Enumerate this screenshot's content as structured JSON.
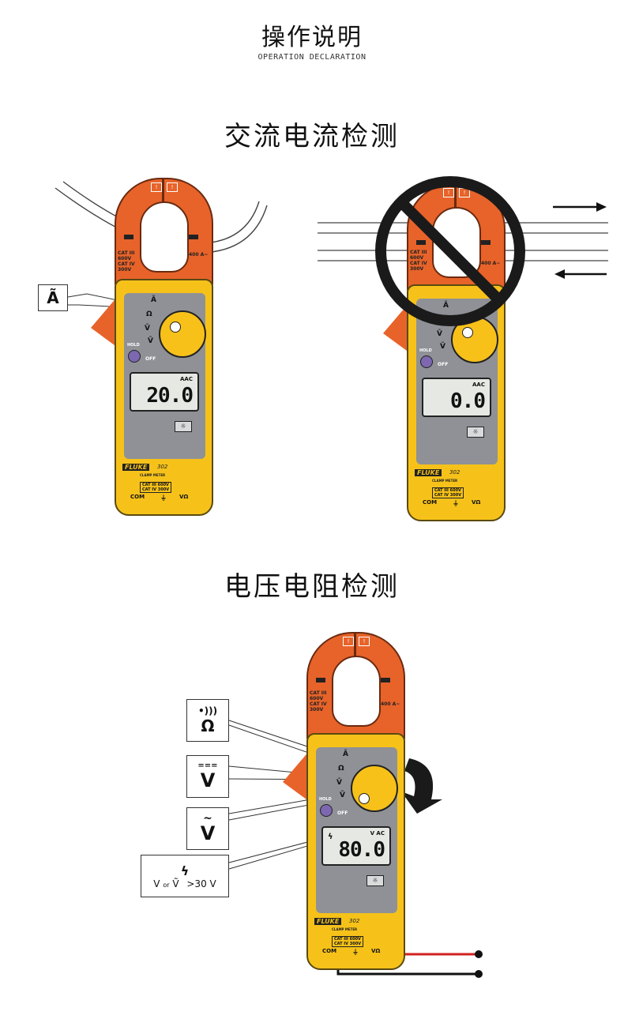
{
  "header": {
    "title": "操作说明",
    "subtitle": "OPERATION DECLARATION"
  },
  "section1": {
    "title": "交流电流检测",
    "callout_symbol": "Ã",
    "left_meter": {
      "display_value": "20.0",
      "display_unit": "AAC",
      "brand": "FLUKE",
      "model": "302",
      "model_sub": "CLAMP METER",
      "cat1": "CAT III 600V",
      "cat2": "CAT IV 300V",
      "jaw_label": "CAT III 600V CAT IV 300V",
      "jaw_rating": "400 A~",
      "hold": "HOLD",
      "off": "OFF",
      "com": "COM",
      "v_ohm": "VΩ"
    },
    "right_meter": {
      "display_value": "0.0",
      "display_unit": "AAC",
      "brand": "FLUKE",
      "model": "302",
      "model_sub": "CLAMP METER",
      "cat1": "CAT III 600V",
      "cat2": "CAT IV 300V",
      "jaw_label": "CAT III 600V CAT IV 300V",
      "jaw_rating": "400 A~",
      "hold": "HOLD",
      "off": "OFF",
      "com": "COM",
      "v_ohm": "VΩ"
    }
  },
  "section2": {
    "title": "电压电阻检测",
    "callouts": {
      "resistance_sound": "•)))",
      "resistance": "Ω",
      "dc_volt_line": "===",
      "dc_volt": "V",
      "ac_volt_tilde": "~",
      "ac_volt": "V",
      "warning_bolt": "ϟ",
      "warning_text_v1": "V",
      "warning_text_or": "or",
      "warning_text_v2": "Ṽ",
      "warning_threshold": ">30 V"
    },
    "meter": {
      "display_value": "80.0",
      "display_unit": "V AC",
      "display_bolt": "ϟ",
      "brand": "FLUKE",
      "model": "302",
      "model_sub": "CLAMP METER",
      "cat1": "CAT III 600V",
      "cat2": "CAT IV 300V",
      "jaw_label": "CAT III 600V CAT IV 300V",
      "jaw_rating": "400 A~",
      "hold": "HOLD",
      "off": "OFF",
      "com": "COM",
      "v_ohm": "VΩ"
    }
  },
  "colors": {
    "meter_yellow": "#f6c21a",
    "jaw_orange": "#e7632a",
    "panel_grey": "#8f9196",
    "lead_red": "#d0201e",
    "lead_black": "#111111",
    "hold_purple": "#7c67b0"
  }
}
